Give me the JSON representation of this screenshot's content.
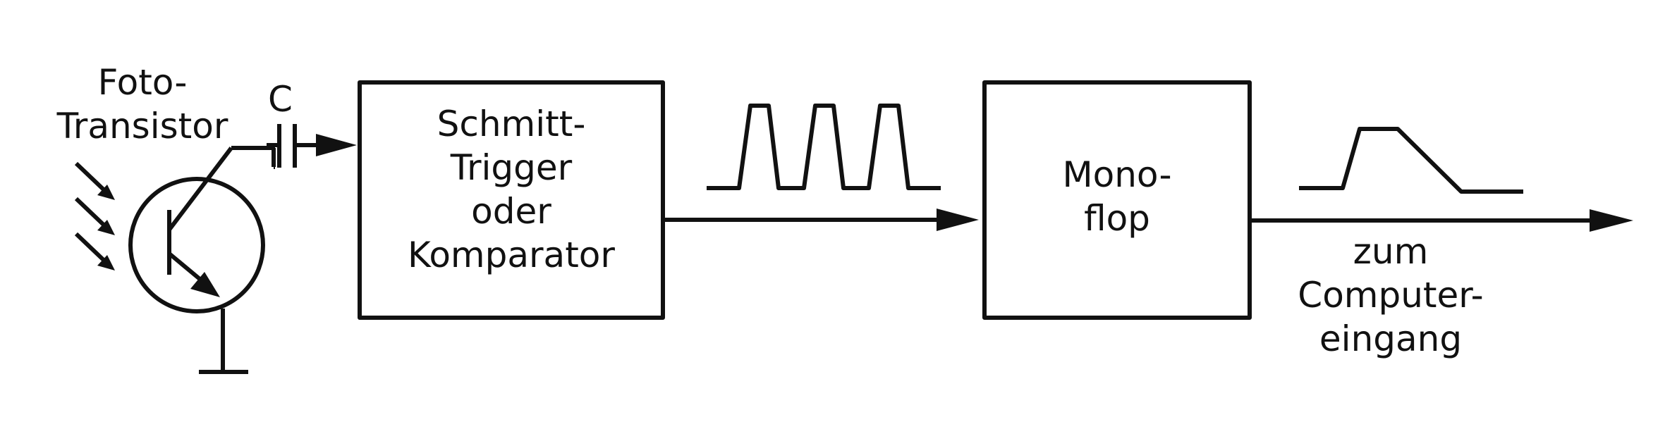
{
  "phototransistor": {
    "label_line1": "Foto-",
    "label_line2": "Transistor"
  },
  "capacitor": {
    "label": "C"
  },
  "schmitt_block": {
    "line1": "Schmitt-",
    "line2": "Trigger",
    "line3": "oder",
    "line4": "Komparator"
  },
  "monoflop_block": {
    "line1": "Mono-",
    "line2": "flop"
  },
  "output": {
    "line1": "zum",
    "line2": "Computer-",
    "line3": "eingang"
  }
}
